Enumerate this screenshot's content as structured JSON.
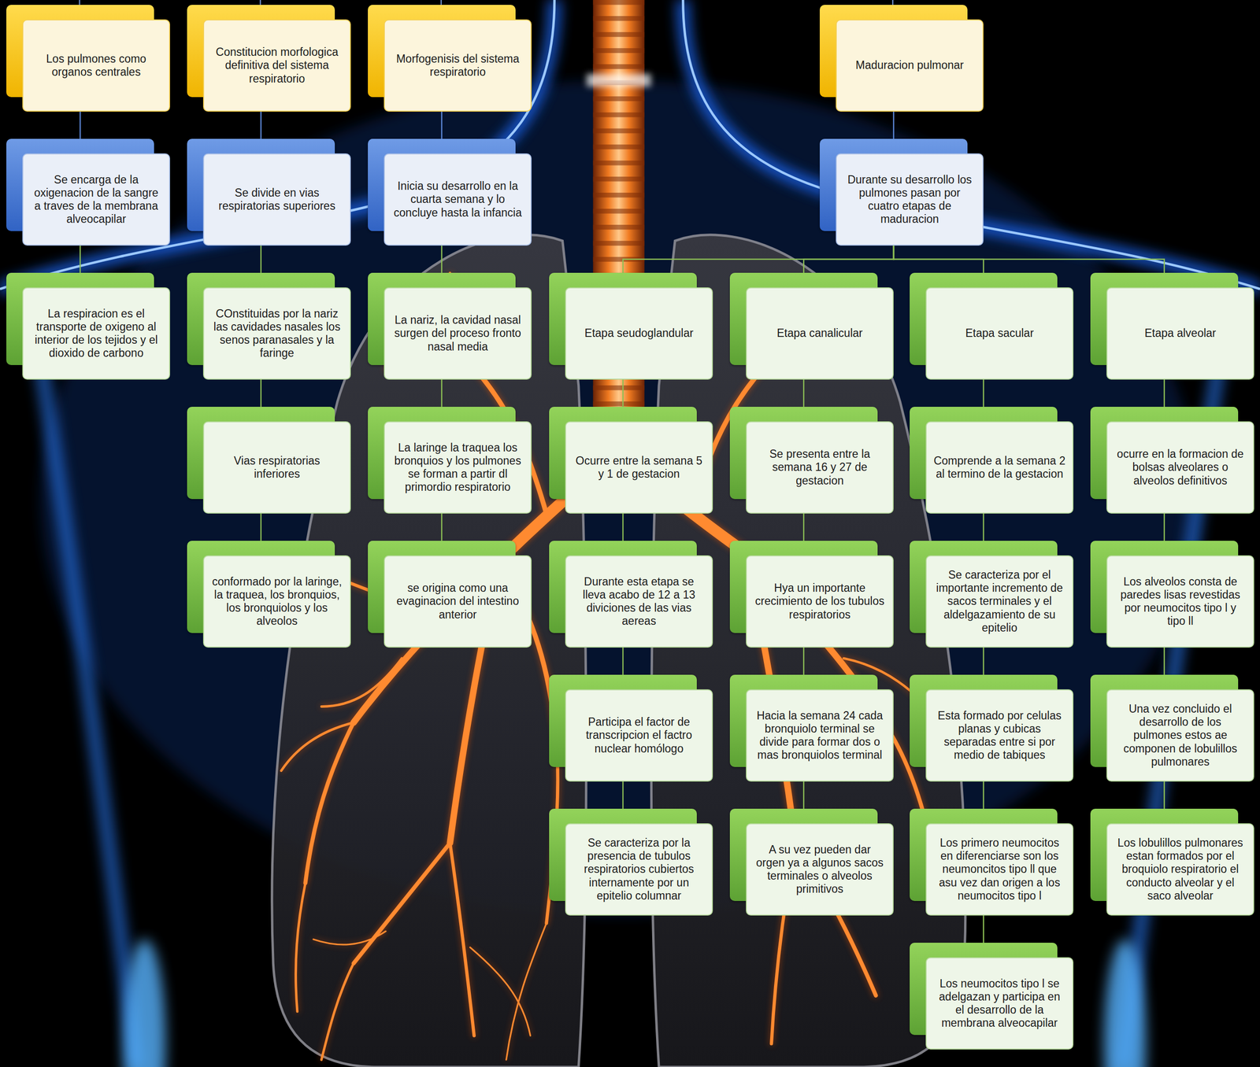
{
  "diagram": {
    "nodes": [
      {
        "text": [
          "Los pulmones como organos centrales"
        ]
      },
      {
        "text": [
          "Se encarga de la oxigenacion de la sangre a traves de la membrana alveocapilar"
        ]
      },
      {
        "text": [
          "La respiracion es el transporte de oxigeno al interior de los tejidos y el dioxido de carbono"
        ]
      },
      {
        "text": [
          "Constitucion morfologica definitiva del sistema respiratorio"
        ]
      },
      {
        "text": [
          "Se divide en vias respiratorias superiores"
        ]
      },
      {
        "text": [
          "COnstituidas por la nariz las cavidades nasales los senos paranasales y la faringe"
        ]
      },
      {
        "text": [
          "Vias respiratorias inferiores"
        ]
      },
      {
        "text": [
          "conformado por la laringe, la traquea, los bronquios, los bronquiolos y los alveolos"
        ]
      },
      {
        "text": [
          "Morfogenisis del sistema respiratorio"
        ]
      },
      {
        "text": [
          "Inicia su desarrollo en la cuarta semana y lo concluye hasta la infancia"
        ]
      },
      {
        "text": [
          "La nariz, la cavidad nasal surgen del proceso fronto nasal media"
        ]
      },
      {
        "text": [
          "La laringe la traquea los bronquios y los pulmones se forman a partir dl primordio respiratorio"
        ]
      },
      {
        "text": [
          "se origina como una evaginacion del intestino anterior"
        ]
      },
      {
        "text": [
          "Maduracion pulmonar"
        ]
      },
      {
        "text": [
          "Durante su desarrollo los pulmones pasan por cuatro etapas de maduracion"
        ]
      },
      {
        "text": [
          "Etapa seudoglandular"
        ]
      },
      {
        "text": [
          "Ocurre entre la semana 5 y 1 de gestacion"
        ]
      },
      {
        "text": [
          "Durante esta etapa se lleva acabo de 12 a 13 diviciones de las vias aereas"
        ]
      },
      {
        "text": [
          "Participa el factor de transcripcion el factro nuclear homólogo"
        ]
      },
      {
        "text": [
          "Se caracteriza por la presencia de tubulos respiratorios cubiertos internamente por un epitelio columnar"
        ]
      },
      {
        "text": [
          "Etapa canalicular"
        ]
      },
      {
        "text": [
          "Se presenta entre la semana 16 y 27 de gestacion"
        ]
      },
      {
        "text": [
          "Hya un importante crecimiento de los tubulos respiratorios"
        ]
      },
      {
        "text": [
          "Hacia la semana 24 cada bronquiolo terminal se divide para formar dos o mas bronquiolos terminal"
        ]
      },
      {
        "text": [
          "A su vez pueden dar orgen ya a algunos sacos terminales o alveolos primitivos"
        ]
      },
      {
        "text": [
          "Etapa sacular"
        ]
      },
      {
        "text": [
          "Comprende a la semana 2 al termino de la gestacion"
        ]
      },
      {
        "text": [
          "Se caracteriza por el importante incremento de sacos terminales y el aldelgazamiento de su epitelio"
        ]
      },
      {
        "text": [
          "Esta formado por celulas planas y cubicas separadas entre si por medio de tabiques"
        ]
      },
      {
        "text": [
          "Los primero neumocitos en diferenciarse son los neumoncitos tipo ll que asu vez dan origen a los neumocitos tipo l"
        ]
      },
      {
        "text": [
          "Los neumocitos tipo l se adelgazan y participa en el desarrollo de la membrana alveocapilar"
        ]
      },
      {
        "text": [
          "Etapa alveolar"
        ]
      },
      {
        "text": [
          "ocurre en la formacion de bolsas alveolares o alveolos definitivos"
        ]
      },
      {
        "text": [
          "Los alveolos consta de paredes lisas revestidas por neumocitos tipo l y tipo ll"
        ]
      },
      {
        "text": [
          "Una vez concluido el desarrollo de los pulmones estos ae componen de lobulillos pulmonares"
        ]
      },
      {
        "text": [
          "Los lobulillos pulmonares estan formados por el broquiolo respiratorio el conducto alveolar y el saco alveolar"
        ]
      }
    ],
    "edges": [
      {
        "from": 0,
        "to": 1,
        "arrow": "none"
      },
      {
        "from": 1,
        "to": 2,
        "arrow": "none"
      },
      {
        "from": 3,
        "to": 4,
        "arrow": "none"
      },
      {
        "from": 4,
        "to": 5,
        "arrow": "none"
      },
      {
        "from": 5,
        "to": 6,
        "arrow": "none"
      },
      {
        "from": 6,
        "to": 7,
        "arrow": "none"
      },
      {
        "from": 8,
        "to": 9,
        "arrow": "none"
      },
      {
        "from": 9,
        "to": 10,
        "arrow": "none"
      },
      {
        "from": 10,
        "to": 11,
        "arrow": "none"
      },
      {
        "from": 11,
        "to": 12,
        "arrow": "none"
      },
      {
        "from": 13,
        "to": 14,
        "arrow": "none"
      },
      {
        "from": 14,
        "to": 15,
        "arrow": "none"
      },
      {
        "from": 14,
        "to": 20,
        "arrow": "none"
      },
      {
        "from": 14,
        "to": 25,
        "arrow": "none"
      },
      {
        "from": 14,
        "to": 31,
        "arrow": "none"
      },
      {
        "from": 15,
        "to": 16,
        "arrow": "none"
      },
      {
        "from": 16,
        "to": 17,
        "arrow": "none"
      },
      {
        "from": 17,
        "to": 18,
        "arrow": "none"
      },
      {
        "from": 18,
        "to": 19,
        "arrow": "none"
      },
      {
        "from": 20,
        "to": 21,
        "arrow": "none"
      },
      {
        "from": 21,
        "to": 22,
        "arrow": "none"
      },
      {
        "from": 22,
        "to": 23,
        "arrow": "none"
      },
      {
        "from": 23,
        "to": 24,
        "arrow": "none"
      },
      {
        "from": 25,
        "to": 26,
        "arrow": "none"
      },
      {
        "from": 26,
        "to": 27,
        "arrow": "none"
      },
      {
        "from": 27,
        "to": 28,
        "arrow": "none"
      },
      {
        "from": 28,
        "to": 29,
        "arrow": "none"
      },
      {
        "from": 29,
        "to": 30,
        "arrow": "none"
      },
      {
        "from": 31,
        "to": 32,
        "arrow": "none"
      },
      {
        "from": 32,
        "to": 33,
        "arrow": "none"
      },
      {
        "from": 33,
        "to": 34,
        "arrow": "none"
      },
      {
        "from": 34,
        "to": 35,
        "arrow": "none"
      }
    ]
  }
}
